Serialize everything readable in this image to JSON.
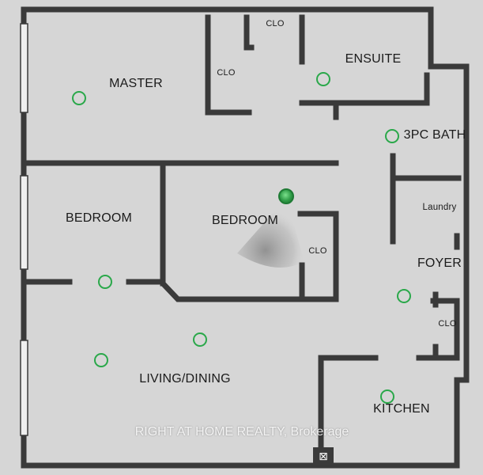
{
  "rooms": {
    "master": "MASTER",
    "ensuite": "ENSUITE",
    "clo_master": "CLO",
    "clo_top": "CLO",
    "bath": "3PC BATH",
    "laundry": "Laundry",
    "bedroom_left": "BEDROOM",
    "bedroom_center": "BEDROOM",
    "clo_bedroom": "CLO",
    "foyer": "FOYER",
    "clo_foyer": "CLO",
    "living": "LIVING/DINING",
    "kitchen": "KITCHEN"
  },
  "watermark": "RIGHT AT HOME REALTY, Brokerage",
  "entry_symbol": "⊠",
  "colors": {
    "background": "#d6d6d6",
    "wall": "#3a3a3a",
    "marker": "#2aa84a",
    "window": "#efefef"
  }
}
